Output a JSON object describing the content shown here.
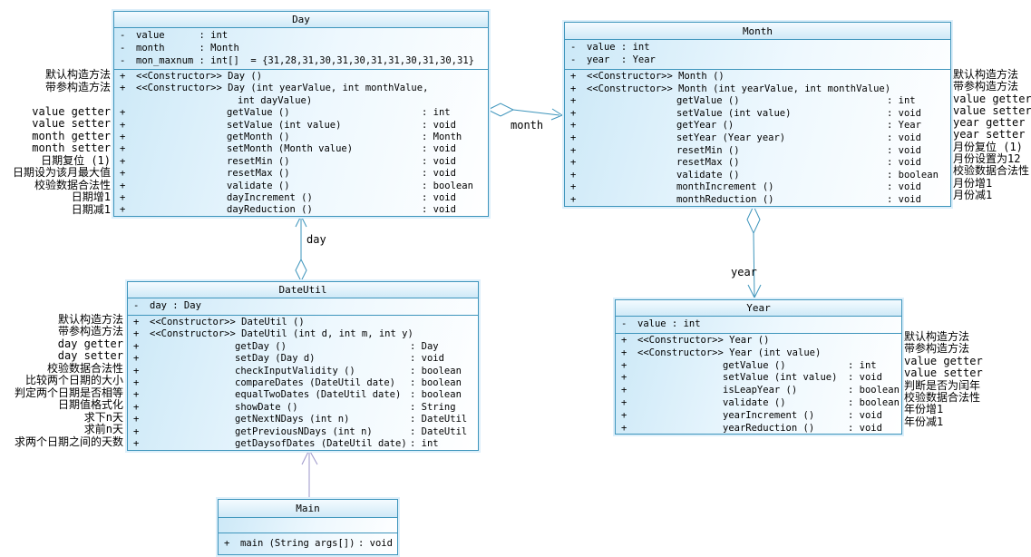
{
  "diagram": {
    "connector_labels": {
      "month": "month",
      "day": "day",
      "year": "year"
    },
    "colors": {
      "box_border": "#3e95bc",
      "box_fill_light": "#cbe8f7",
      "wire": "#3e95bc",
      "main_wire": "#9b95c9",
      "text": "#000000"
    },
    "classes": [
      {
        "id": "day",
        "title": "Day",
        "attributes": [
          {
            "vis": "-",
            "text": "value      : int"
          },
          {
            "vis": "-",
            "text": "month      : Month"
          },
          {
            "vis": "-",
            "text": "mon_maxnum : int[]  = {31,28,31,30,31,30,31,31,30,31,30,31}"
          }
        ],
        "methods": [
          {
            "vis": "+",
            "stereo": "<<Constructor>>",
            "name": "Day ()",
            "type": "",
            "ind": 0
          },
          {
            "vis": "+",
            "stereo": "<<Constructor>>",
            "name": "Day (int yearValue, int monthValue,",
            "type": "",
            "ind": 0
          },
          {
            "vis": "",
            "stereo": "",
            "name": "int dayValue)",
            "type": "",
            "ind": 2
          },
          {
            "vis": "+",
            "stereo": "",
            "name": "getValue ()",
            "type": "int",
            "ind": 1
          },
          {
            "vis": "+",
            "stereo": "",
            "name": "setValue (int value)",
            "type": "void",
            "ind": 1
          },
          {
            "vis": "+",
            "stereo": "",
            "name": "getMonth ()",
            "type": "Month",
            "ind": 1
          },
          {
            "vis": "+",
            "stereo": "",
            "name": "setMonth (Month value)",
            "type": "void",
            "ind": 1
          },
          {
            "vis": "+",
            "stereo": "",
            "name": "resetMin ()",
            "type": "void",
            "ind": 1
          },
          {
            "vis": "+",
            "stereo": "",
            "name": "resetMax ()",
            "type": "void",
            "ind": 1
          },
          {
            "vis": "+",
            "stereo": "",
            "name": "validate ()",
            "type": "boolean",
            "ind": 1
          },
          {
            "vis": "+",
            "stereo": "",
            "name": "dayIncrement ()",
            "type": "void",
            "ind": 1
          },
          {
            "vis": "+",
            "stereo": "",
            "name": "dayReduction ()",
            "type": "void",
            "ind": 1
          }
        ]
      },
      {
        "id": "month",
        "title": "Month",
        "attributes": [
          {
            "vis": "-",
            "text": "value : int"
          },
          {
            "vis": "-",
            "text": "year  : Year"
          }
        ],
        "methods": [
          {
            "vis": "+",
            "stereo": "<<Constructor>>",
            "name": "Month ()",
            "type": "",
            "ind": 0
          },
          {
            "vis": "+",
            "stereo": "<<Constructor>>",
            "name": "Month (int yearValue, int monthValue)",
            "type": "",
            "ind": 0
          },
          {
            "vis": "+",
            "stereo": "",
            "name": "getValue ()",
            "type": "int",
            "ind": 1
          },
          {
            "vis": "+",
            "stereo": "",
            "name": "setValue (int value)",
            "type": "void",
            "ind": 1
          },
          {
            "vis": "+",
            "stereo": "",
            "name": "getYear ()",
            "type": "Year",
            "ind": 1
          },
          {
            "vis": "+",
            "stereo": "",
            "name": "setYear (Year year)",
            "type": "void",
            "ind": 1
          },
          {
            "vis": "+",
            "stereo": "",
            "name": "resetMin ()",
            "type": "void",
            "ind": 1
          },
          {
            "vis": "+",
            "stereo": "",
            "name": "resetMax ()",
            "type": "void",
            "ind": 1
          },
          {
            "vis": "+",
            "stereo": "",
            "name": "validate ()",
            "type": "boolean",
            "ind": 1
          },
          {
            "vis": "+",
            "stereo": "",
            "name": "monthIncrement ()",
            "type": "void",
            "ind": 1
          },
          {
            "vis": "+",
            "stereo": "",
            "name": "monthReduction ()",
            "type": "void",
            "ind": 1
          }
        ]
      },
      {
        "id": "dateutil",
        "title": "DateUtil",
        "attributes": [
          {
            "vis": "-",
            "text": "day : Day"
          }
        ],
        "methods": [
          {
            "vis": "+",
            "stereo": "<<Constructor>>",
            "name": "DateUtil ()",
            "type": "",
            "ind": 0
          },
          {
            "vis": "+",
            "stereo": "<<Constructor>>",
            "name": "DateUtil (int d, int m, int y)",
            "type": "",
            "ind": 0
          },
          {
            "vis": "+",
            "stereo": "",
            "name": "getDay ()",
            "type": "Day",
            "ind": 1
          },
          {
            "vis": "+",
            "stereo": "",
            "name": "setDay (Day d)",
            "type": "void",
            "ind": 1
          },
          {
            "vis": "+",
            "stereo": "",
            "name": "checkInputValidity ()",
            "type": "boolean",
            "ind": 1
          },
          {
            "vis": "+",
            "stereo": "",
            "name": "compareDates (DateUtil date)",
            "type": "boolean",
            "ind": 1
          },
          {
            "vis": "+",
            "stereo": "",
            "name": "equalTwoDates (DateUtil date)",
            "type": "boolean",
            "ind": 1
          },
          {
            "vis": "+",
            "stereo": "",
            "name": "showDate ()",
            "type": "String",
            "ind": 1
          },
          {
            "vis": "+",
            "stereo": "",
            "name": "getNextNDays (int n)",
            "type": "DateUtil",
            "ind": 1
          },
          {
            "vis": "+",
            "stereo": "",
            "name": "getPreviousNDays (int n)",
            "type": "DateUtil",
            "ind": 1
          },
          {
            "vis": "+",
            "stereo": "",
            "name": "getDaysofDates (DateUtil date)",
            "type": "int",
            "ind": 1
          }
        ]
      },
      {
        "id": "year",
        "title": "Year",
        "attributes": [
          {
            "vis": "-",
            "text": "value : int"
          }
        ],
        "methods": [
          {
            "vis": "+",
            "stereo": "<<Constructor>>",
            "name": "Year ()",
            "type": "",
            "ind": 0
          },
          {
            "vis": "+",
            "stereo": "<<Constructor>>",
            "name": "Year (int value)",
            "type": "",
            "ind": 0
          },
          {
            "vis": "+",
            "stereo": "",
            "name": "getValue ()",
            "type": "int",
            "ind": 1
          },
          {
            "vis": "+",
            "stereo": "",
            "name": "setValue (int value)",
            "type": "void",
            "ind": 1
          },
          {
            "vis": "+",
            "stereo": "",
            "name": "isLeapYear ()",
            "type": "boolean",
            "ind": 1
          },
          {
            "vis": "+",
            "stereo": "",
            "name": "validate ()",
            "type": "boolean",
            "ind": 1
          },
          {
            "vis": "+",
            "stereo": "",
            "name": "yearIncrement ()",
            "type": "void",
            "ind": 1
          },
          {
            "vis": "+",
            "stereo": "",
            "name": "yearReduction ()",
            "type": "void",
            "ind": 1
          }
        ]
      },
      {
        "id": "main",
        "title": "Main",
        "attributes": [],
        "methods": [
          {
            "vis": "+",
            "stereo": "",
            "name": "main (String args[])",
            "type": "void",
            "ind": 0
          }
        ]
      }
    ],
    "annotations": [
      {
        "id": "day",
        "lines": [
          "默认构造方法",
          "带参构造方法",
          "",
          "value getter",
          "value setter",
          "month getter",
          "month setter",
          "日期复位 (1)",
          "日期设为该月最大值",
          "校验数据合法性",
          "日期增1",
          "日期减1"
        ]
      },
      {
        "id": "month",
        "lines": [
          "默认构造方法",
          "带参构造方法",
          "value getter",
          "value setter",
          "year getter",
          "year setter",
          "月份复位 (1)",
          "月份设置为12",
          "校验数据合法性",
          "月份增1",
          "月份减1"
        ]
      },
      {
        "id": "dateutil",
        "lines": [
          "默认构造方法",
          "带参构造方法",
          "day getter",
          "day setter",
          "校验数据合法性",
          "比较两个日期的大小",
          "判定两个日期是否相等",
          "日期值格式化",
          "求下n天",
          "求前n天",
          "求两个日期之间的天数"
        ]
      },
      {
        "id": "year",
        "lines": [
          "默认构造方法",
          "带参构造方法",
          "value getter",
          "value setter",
          "判断是否为闰年",
          "校验数据合法性",
          "年份增1",
          "年份减1"
        ]
      }
    ]
  }
}
